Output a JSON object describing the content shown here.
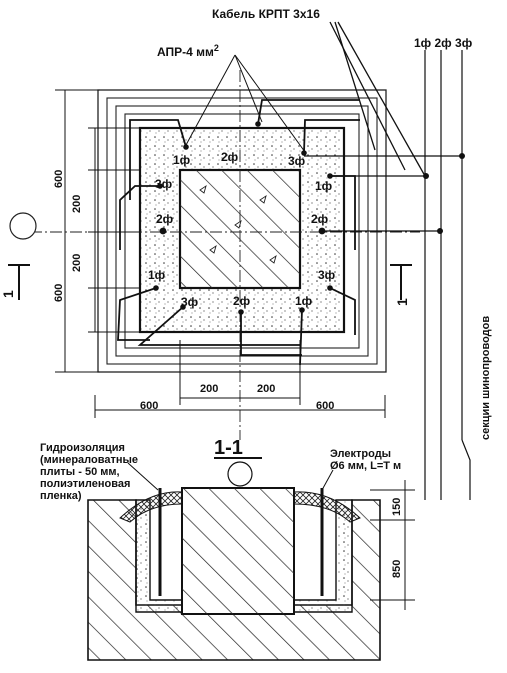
{
  "labels": {
    "cable": "Кабель КРПТ 3х16",
    "apr": "АПР-4 мм",
    "apr_sup": "2",
    "phases_header": "1ф 2ф 3ф",
    "busbar": "секции шинопроводов",
    "section_title": "1-1",
    "section_mark": "1"
  },
  "phase_marks": [
    "1ф",
    "2ф",
    "3ф",
    "3ф",
    "1ф",
    "2ф",
    "2ф",
    "1ф",
    "3ф",
    "3ф",
    "2ф",
    "1ф"
  ],
  "dimensions_plan": {
    "left_600_top": "600",
    "left_200_a": "200",
    "left_200_b": "200",
    "left_600_bottom": "600",
    "bottom_200_a": "200",
    "bottom_200_b": "200",
    "bottom_600_left": "600",
    "bottom_600_right": "600"
  },
  "section_notes": {
    "waterproofing_title": "Гидроизоляция",
    "waterproofing_l1": "(минераловатные",
    "waterproofing_l2": "плиты - 50 мм,",
    "waterproofing_l3": "полиэтиленовая",
    "waterproofing_l4": "пленка)",
    "electrodes_title": "Электроды",
    "electrodes_spec": "Ø6 мм, L=Т м",
    "dim_150": "150",
    "dim_850": "850"
  }
}
